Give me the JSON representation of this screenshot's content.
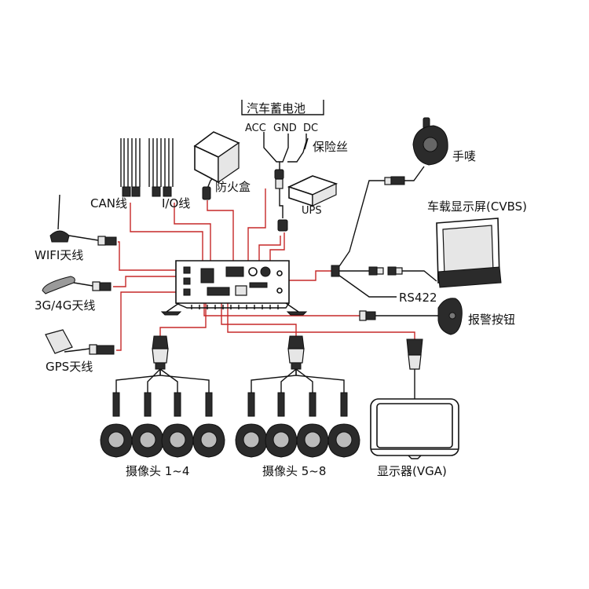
{
  "labels": {
    "battery": "汽车蓄电池",
    "acc": "ACC",
    "gnd": "GND",
    "dc": "DC",
    "fuse": "保险丝",
    "microphone": "手唛",
    "fireproof_box": "防火盒",
    "can": "CAN线",
    "io": "I/O线",
    "ups": "UPS",
    "monitor_cvbs": "车载显示屏(CVBS)",
    "wifi": "WIFI天线",
    "antenna_3g4g": "3G/4G天线",
    "rs422": "RS422",
    "alarm_button": "报警按钮",
    "gps": "GPS天线",
    "camera_1_4": "摄像头 1~4",
    "camera_5_8": "摄像头 5~8",
    "display_vga": "显示器(VGA)"
  }
}
